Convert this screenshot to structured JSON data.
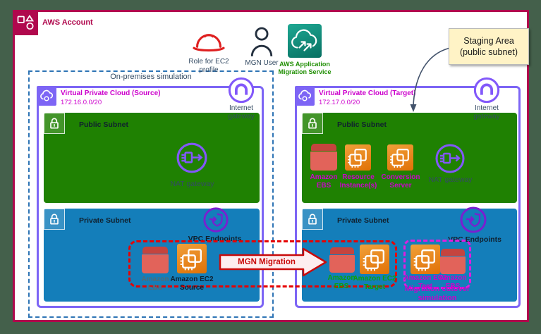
{
  "account": {
    "label": "AWS Account"
  },
  "top_icons": {
    "role": {
      "line1": "Role for EC2",
      "line2": "profile"
    },
    "mgn_user": {
      "label": "MGN User"
    },
    "mgn_service": {
      "line1": "AWS Application",
      "line2": "Migration Service"
    }
  },
  "staging_note": {
    "line1": "Staging Area",
    "line2": "(public subnet)"
  },
  "on_premises": {
    "label": "On-premises simulation"
  },
  "migration_arrow": {
    "label": "MGN Migration"
  },
  "left_vpc": {
    "title": "Virtual Private Cloud (Source)",
    "cidr": "172.16.0.0/20",
    "internet_gateway": {
      "line1": "Internet",
      "line2": "gateway"
    },
    "public_subnet": {
      "label": "Public Subnet",
      "nat_gateway": "NAT gateway"
    },
    "private_subnet": {
      "label": "Private Subnet",
      "vpc_endpoints": "VPC Endpoints",
      "ebs": {
        "line1": "Amazon",
        "line2": "EBS"
      },
      "ec2_source": {
        "line1": "Amazon EC2",
        "line2": "Source"
      }
    }
  },
  "right_vpc": {
    "title": "Virtual Private Cloud (Target)",
    "cidr": "172.17.0.0/20",
    "internet_gateway": {
      "line1": "Internet",
      "line2": "gateway"
    },
    "public_subnet": {
      "label": "Public Subnet",
      "ebs": {
        "line1": "Amazon",
        "line2": "EBS"
      },
      "resource_instances": {
        "line1": "Resource",
        "line2": "Instance(s)"
      },
      "conversion_server": {
        "line1": "Conversion",
        "line2": "Server"
      },
      "nat_gateway": "NAT gateway"
    },
    "private_subnet": {
      "label": "Private Subnet",
      "vpc_endpoints": "VPC Endpoints",
      "ebs_target": {
        "line1": "Amazon",
        "line2": "EBS"
      },
      "ec2_target": {
        "line1": "Amazon EC2",
        "line2": "Target"
      },
      "ec2_test": {
        "line1": "Amazon EC2",
        "line2": "Test"
      },
      "ebs_test": {
        "line1": "Amazon",
        "line2": "EBS"
      },
      "cutover": {
        "line1": "Migration cutover",
        "line2": "simulation"
      }
    }
  },
  "colors": {
    "account_border": "#b0084d",
    "vpc_border": "#7d65f5",
    "public_subnet_green": "#1f8102",
    "private_subnet_blue": "#147eba",
    "magenta_label": "#cc00cc",
    "green_label": "#0ca00c",
    "red_dashed": "#e60202",
    "magenta_dashed": "#df1ddf",
    "note_background": "#fff3c6",
    "mgn_service_teal": "#0f9484",
    "ec2_orange": "#e17106",
    "ebs_red": "#e2635a"
  }
}
